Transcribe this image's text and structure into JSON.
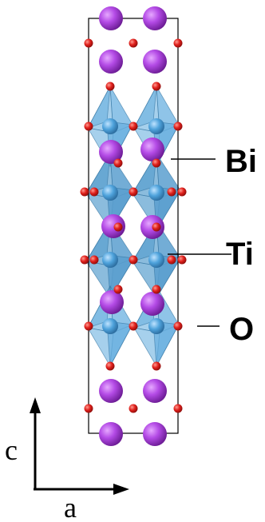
{
  "labels": {
    "bi": "Bi",
    "ti": "Ti",
    "o": "O"
  },
  "axes": {
    "vertical": "c",
    "horizontal": "a"
  },
  "colors": {
    "bismuth": "#a23ad6",
    "titanium": "#4a9fd8",
    "octahedron_fill": "#6ab0e0",
    "octahedron_edge": "#2f6f9c",
    "oxygen": "#e0201c",
    "cell_line": "#000000"
  }
}
